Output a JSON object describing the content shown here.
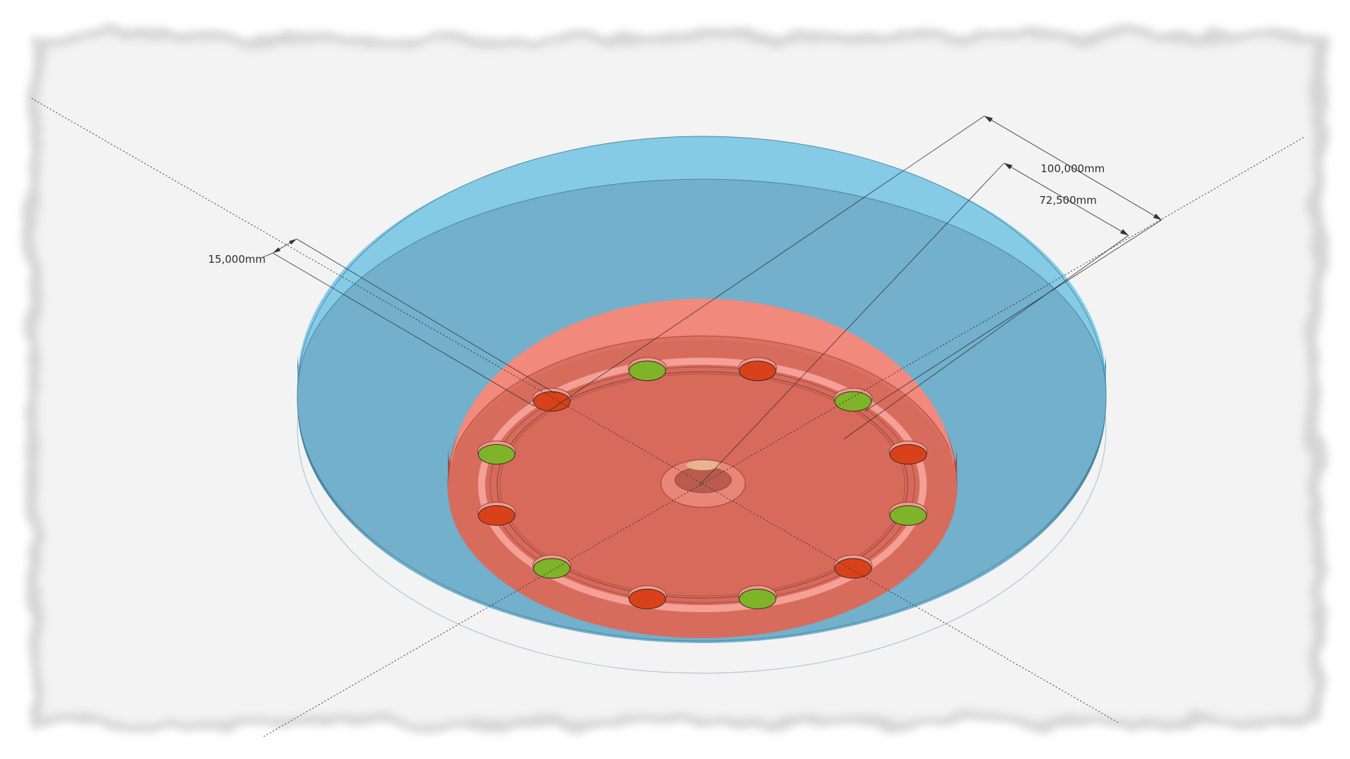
{
  "dimensions": [
    {
      "id": "outer",
      "label": "100,000mm"
    },
    {
      "id": "bolt-circle",
      "label": "72,500mm"
    },
    {
      "id": "thickness",
      "label": "15,000mm"
    }
  ],
  "model": {
    "hole_count": 12,
    "hole_colors": [
      "#d9411b",
      "#7fb32a"
    ],
    "colors": {
      "outer_disc_top": "#72b0cc",
      "outer_disc_rim": "#86cbe6",
      "inner_flange": "#de7060",
      "inner_flange_rim": "#f3857a",
      "bore": "#e8b48e",
      "canvas": "#f3f3f3"
    }
  }
}
